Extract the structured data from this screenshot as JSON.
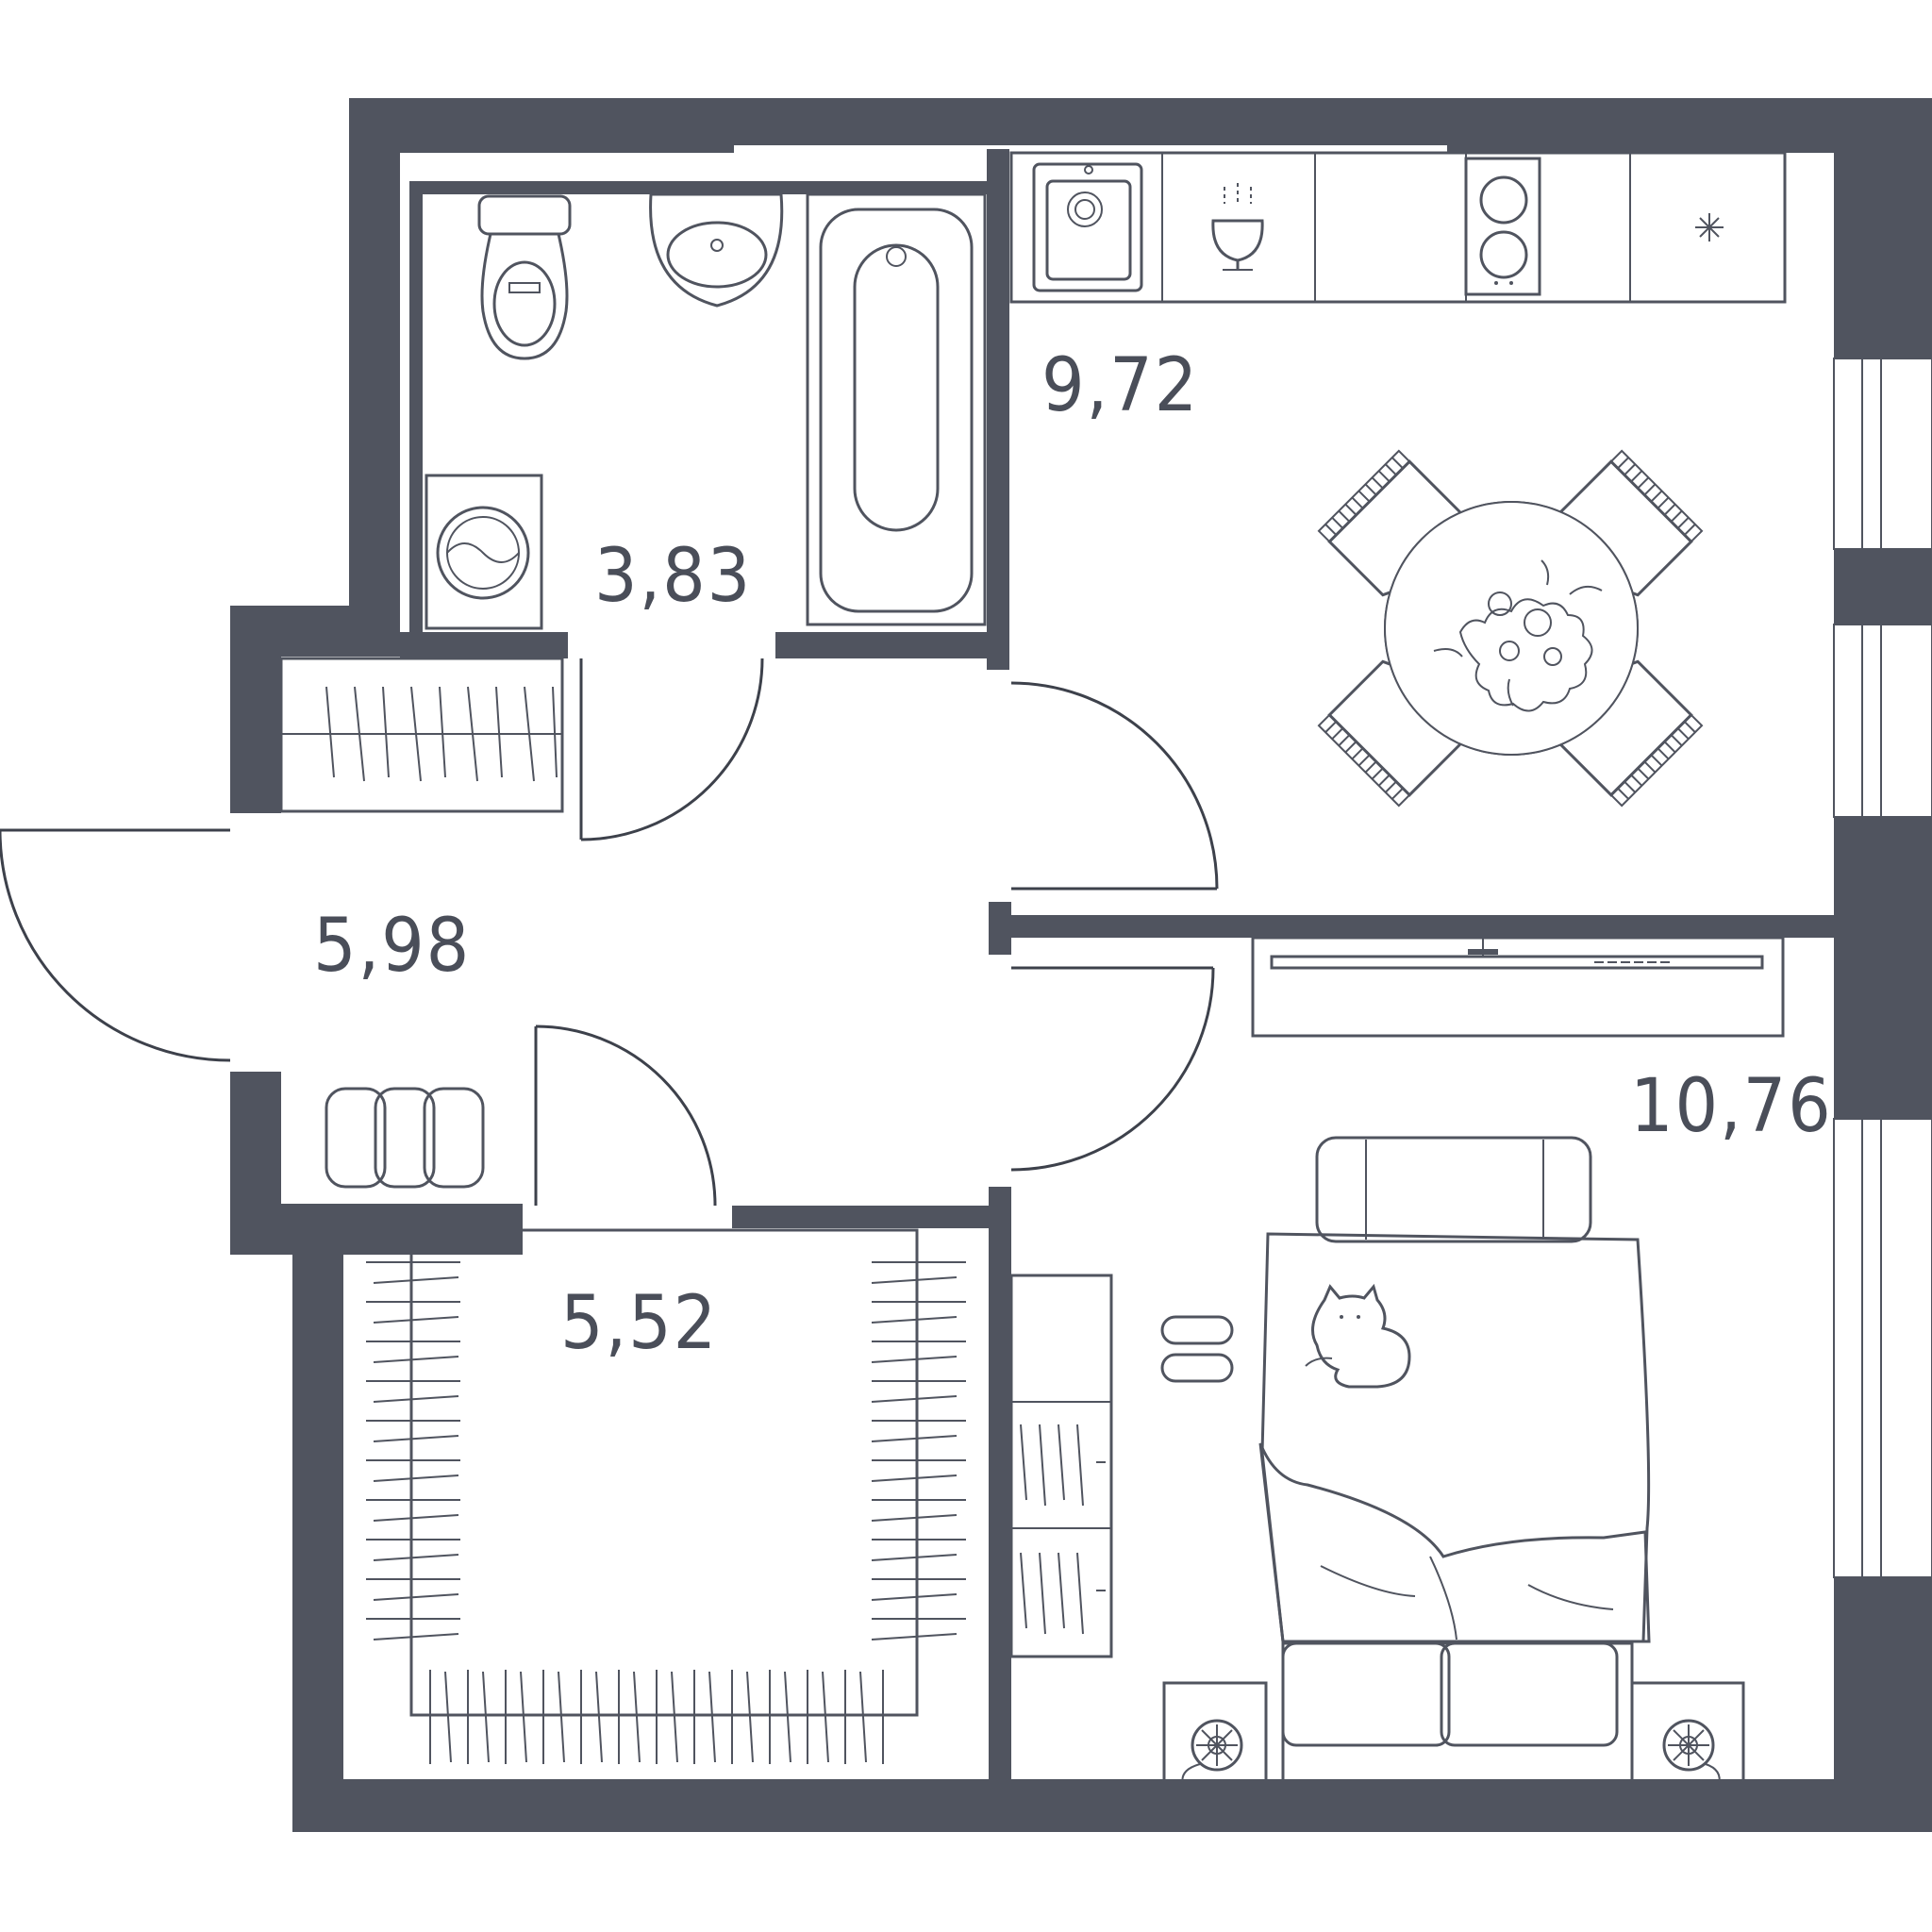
{
  "plan": {
    "wall_color": "#50545f",
    "rooms": [
      {
        "id": "bathroom",
        "area": "3,83"
      },
      {
        "id": "kitchen",
        "area": "9,72"
      },
      {
        "id": "hallway",
        "area": "5,98"
      },
      {
        "id": "wardrobe",
        "area": "5,52"
      },
      {
        "id": "bedroom",
        "area": "10,76"
      }
    ],
    "icons": [
      "toilet-icon",
      "washbasin-icon",
      "bathtub-icon",
      "washing-machine-icon",
      "kitchen-sink-icon",
      "faucet-icon",
      "cooktop-icon",
      "dining-table-icon",
      "armchair-icon",
      "shoe-rack-icon",
      "pouf-icon",
      "wardrobe-shelves-icon",
      "tv-icon",
      "bed-icon",
      "pillow-icon",
      "cat-icon",
      "slippers-icon",
      "nightstand-icon",
      "lamp-icon",
      "window-icon",
      "door-icon"
    ]
  }
}
